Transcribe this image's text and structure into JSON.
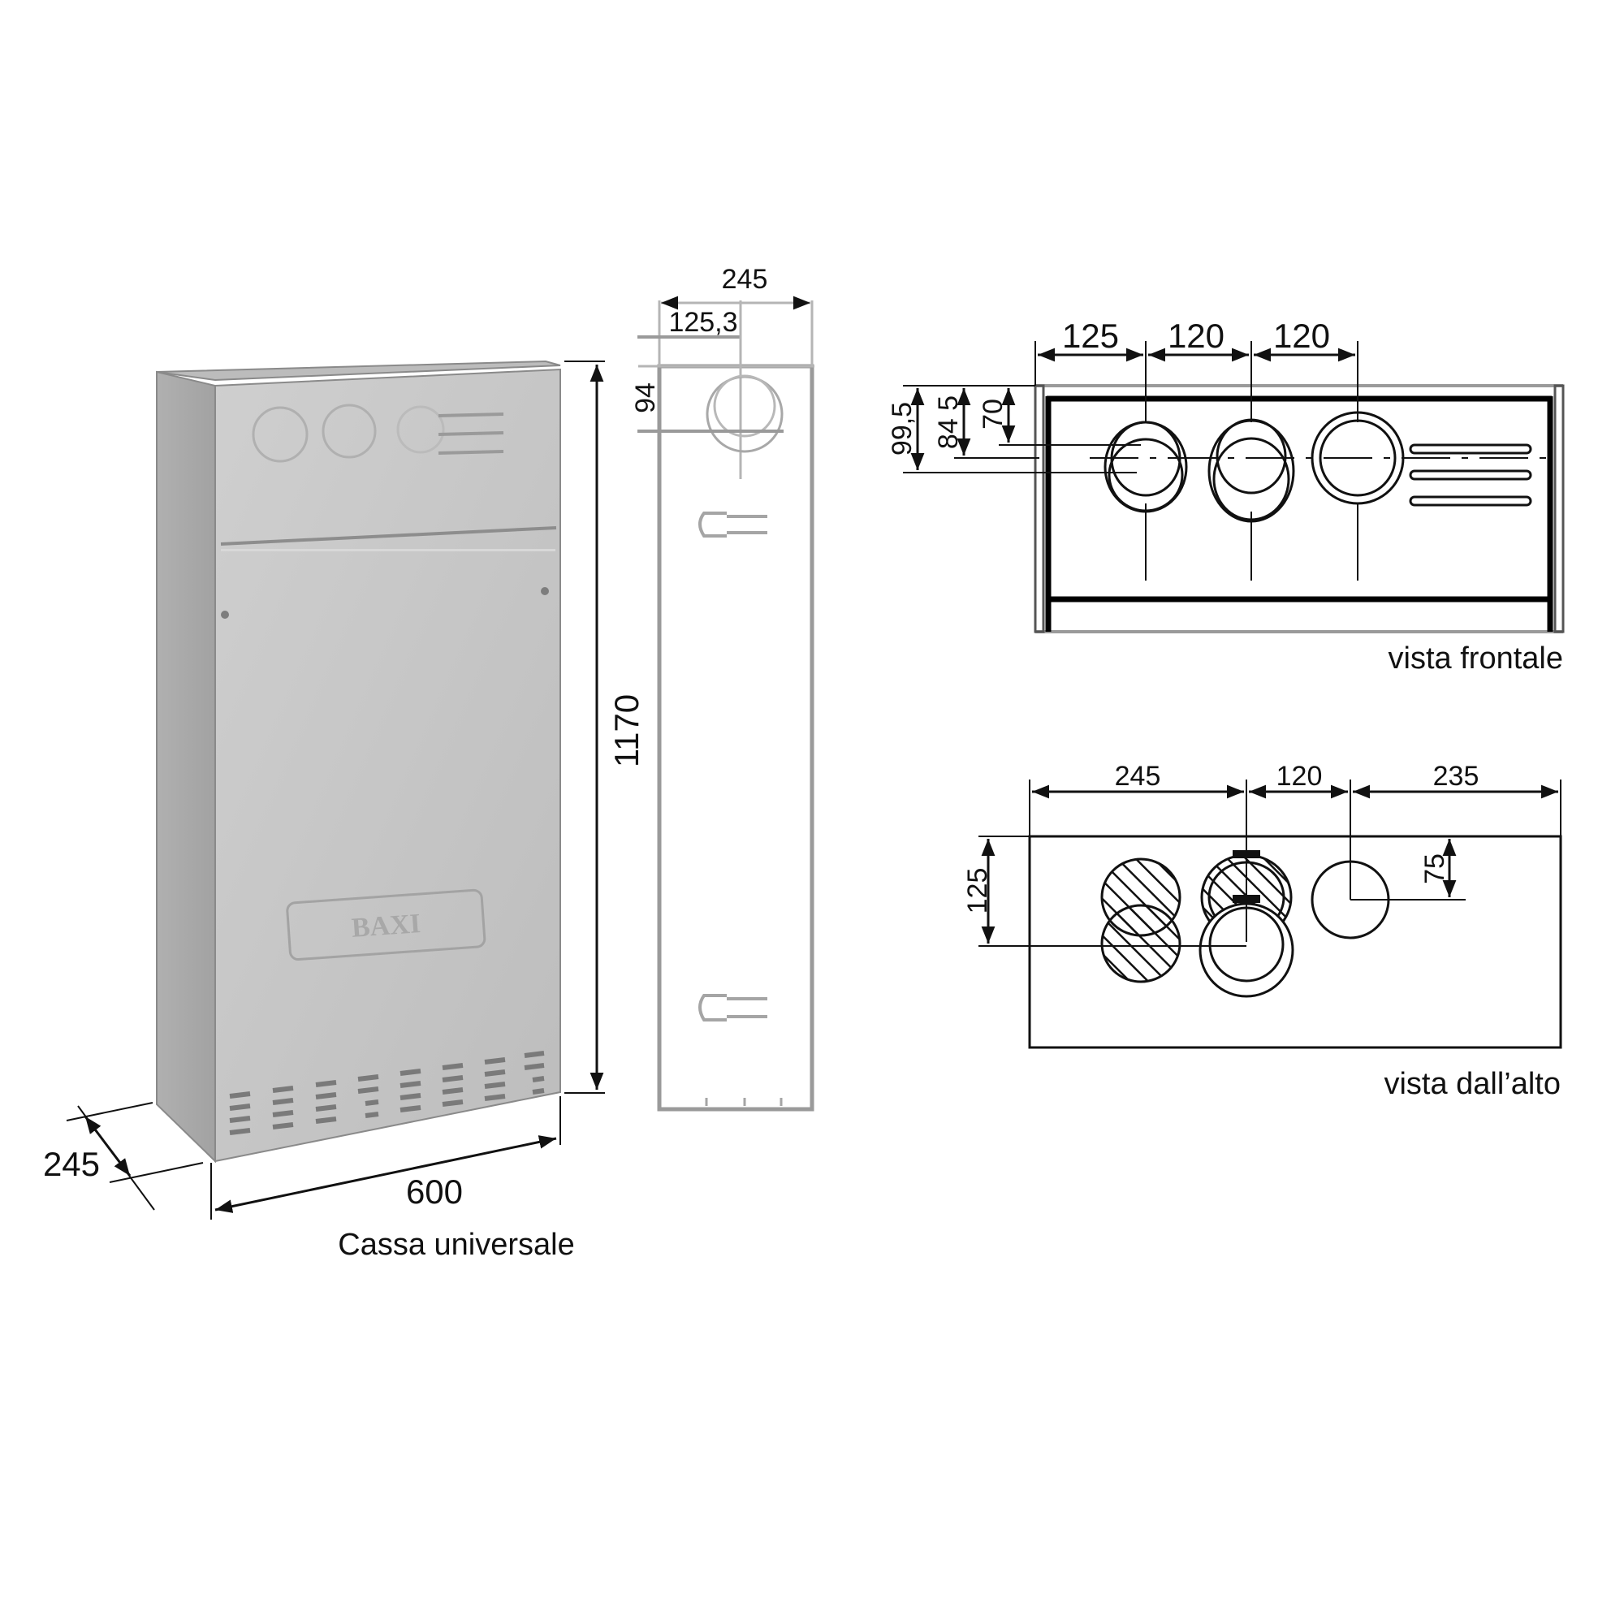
{
  "figure": {
    "type": "technical-dimension-drawing",
    "product_caption": "Cassa universale",
    "brand_plate_text": "BAXI",
    "units": "mm"
  },
  "perspective_view": {
    "caption": "Cassa universale",
    "dimensions": {
      "height": "1170",
      "width": "600",
      "depth": "245"
    },
    "colors": {
      "body": "#c4c4c4",
      "side": "#a9a9a9",
      "edge": "#8a8a8a"
    }
  },
  "side_view": {
    "dimensions": {
      "overall_depth": "245",
      "axis_offset": "125,3",
      "axis_height": "94"
    }
  },
  "front_view": {
    "caption": "vista frontale",
    "horizontal_dimensions": [
      "125",
      "120",
      "120"
    ],
    "vertical_dimensions": [
      "99,5",
      "84 5",
      "70"
    ]
  },
  "top_view": {
    "caption": "vista dall’alto",
    "horizontal_dimensions": [
      "245",
      "120",
      "235"
    ],
    "vertical_dimensions": [
      "125",
      "75"
    ]
  }
}
